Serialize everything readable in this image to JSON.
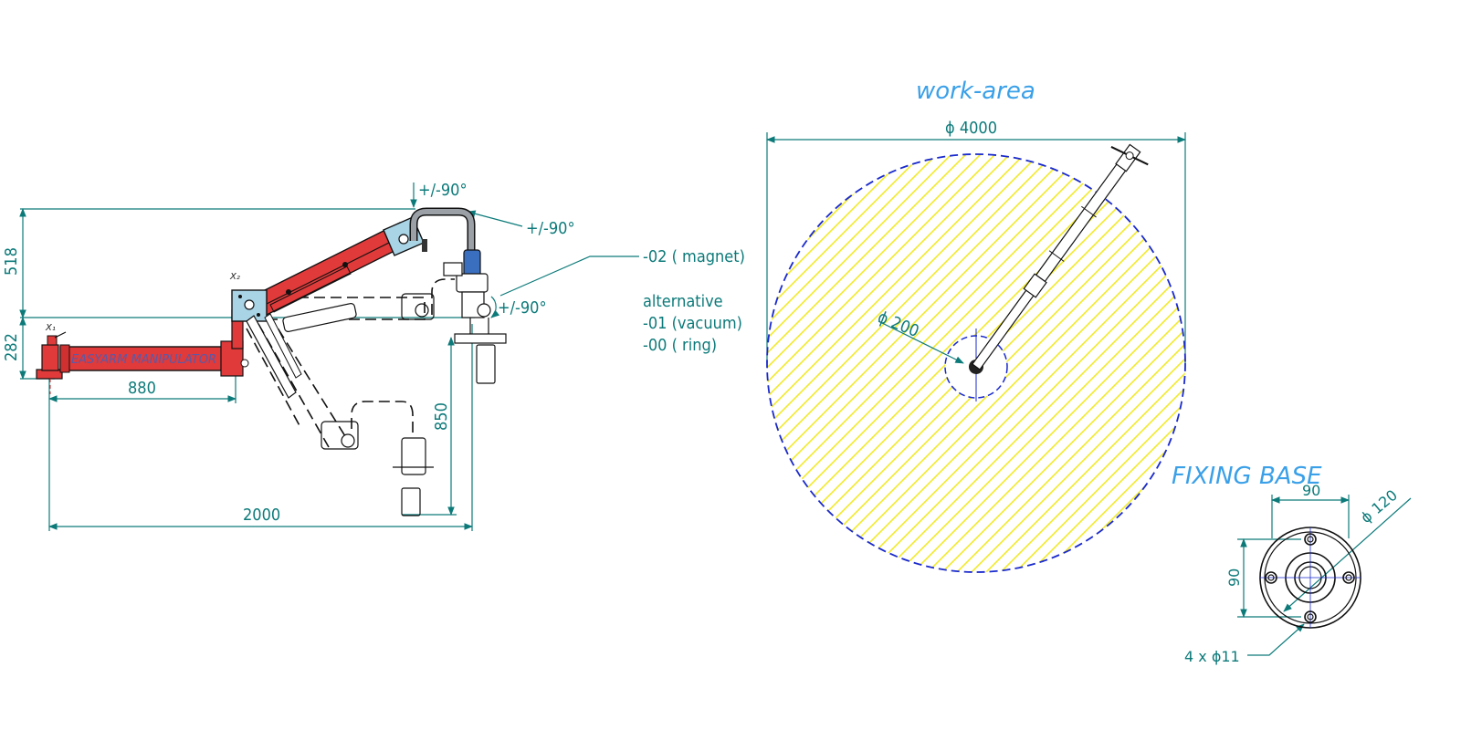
{
  "title": {
    "work_area": "work-area",
    "fixing_base": "FIXING BASE"
  },
  "brand_label": "EASYARM MANIPULATOR",
  "joints": {
    "x1": "X₁",
    "x2": "X₂"
  },
  "side_view": {
    "dims": {
      "height_upper": "518",
      "height_lower": "282",
      "reach_inner": "880",
      "reach_total": "2000",
      "depth": "850"
    },
    "rotations": {
      "top": "+/-90°",
      "upper_right": "+/-90°",
      "tool": "+/-90°"
    },
    "tool_options": {
      "magnet": "-02 ( magnet)",
      "alternative": "alternative",
      "vacuum": "-01 (vacuum)",
      "ring": "-00 ( ring)"
    }
  },
  "work_area_view": {
    "diameter_outer": "ϕ 4000",
    "diameter_inner": "ϕ 200"
  },
  "fixing_base_view": {
    "width": "90",
    "height": "90",
    "diameter": "ϕ 120",
    "holes": "4 x ϕ11"
  },
  "colors": {
    "dimension": "#0d7a7a",
    "title": "#3aa0e8",
    "arm": "#e03a3a",
    "hatch": "#f2ea2a",
    "circle_outline": "#1a2acc",
    "joint_plate": "#a8d4e6",
    "tool_body": "#3a6fc0"
  }
}
